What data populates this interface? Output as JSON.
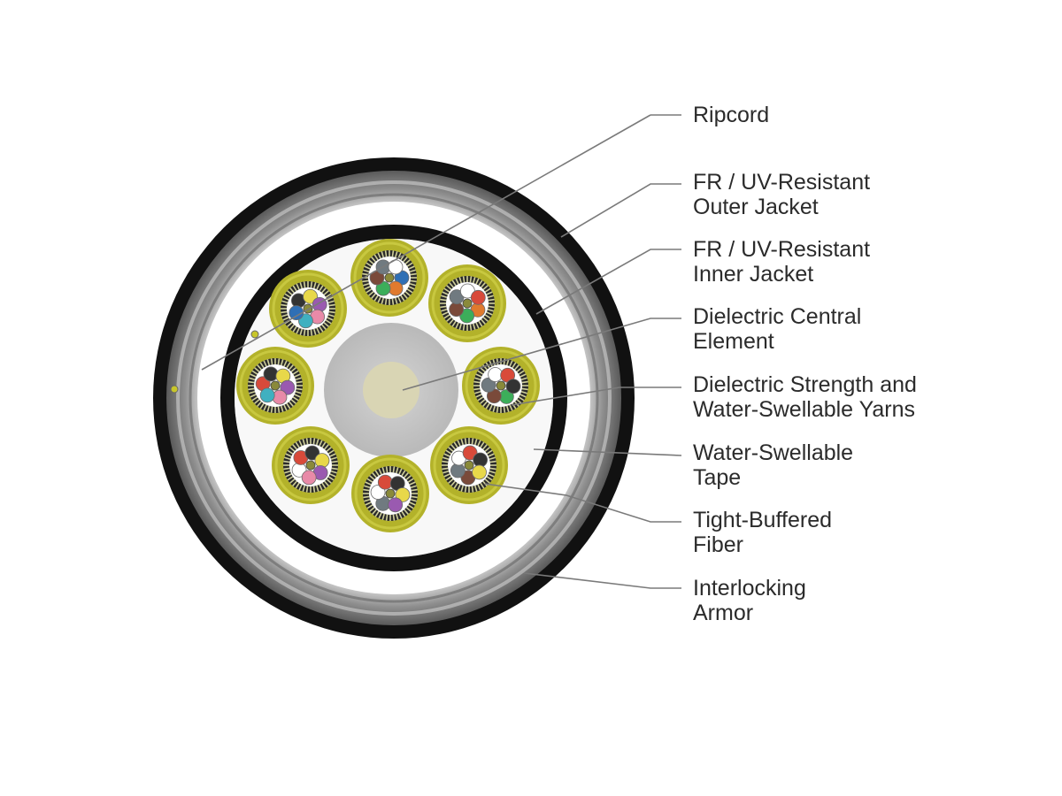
{
  "colors": {
    "jacket": "#111111",
    "armor": "#8c8c8c",
    "buffer_tube": "#b3b22a",
    "central_element": "#c9c9c9",
    "central_core": "#d9d5b4",
    "leader_line": "#7a7a7a",
    "label_text": "#2b2b2b"
  },
  "fiber_colors": [
    "#2f6fb5",
    "#e07a2e",
    "#3cae5a",
    "#7a4a3a",
    "#707a80",
    "#ffffff",
    "#d84a3a",
    "#333333",
    "#e8d84a",
    "#9a5ab0",
    "#e88aa8",
    "#3fb0c0"
  ],
  "labels": [
    {
      "id": "ripcord",
      "lines": [
        "Ripcord"
      ]
    },
    {
      "id": "outer-jacket",
      "lines": [
        "FR / UV-Resistant",
        "Outer Jacket"
      ]
    },
    {
      "id": "inner-jacket",
      "lines": [
        "FR / UV-Resistant",
        "Inner Jacket"
      ]
    },
    {
      "id": "central-element",
      "lines": [
        "Dielectric Central",
        "Element"
      ]
    },
    {
      "id": "strength-yarns",
      "lines": [
        "Dielectric Strength and",
        "Water-Swellable Yarns"
      ]
    },
    {
      "id": "swellable-tape",
      "lines": [
        "Water-Swellable",
        "Tape"
      ]
    },
    {
      "id": "tight-buffered-fiber",
      "lines": [
        "Tight-Buffered",
        "Fiber"
      ]
    },
    {
      "id": "interlocking-armor",
      "lines": [
        "Interlocking",
        "Armor"
      ]
    }
  ]
}
